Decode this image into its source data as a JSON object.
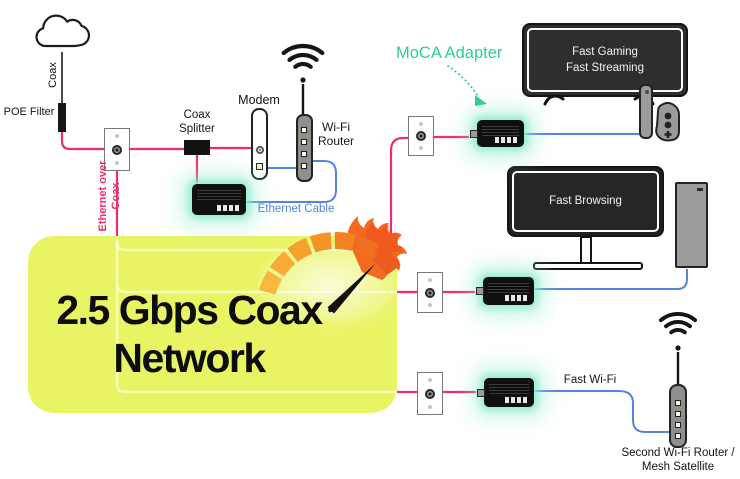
{
  "colors": {
    "coax_line": "#ED2F66",
    "ethernet_line": "#5585DB",
    "moca_accent": "#2FCF92",
    "adapter_glow": "#8FEBD0",
    "banner_bg": "#E9F464",
    "gauge_start": "#F9B83D",
    "gauge_end": "#EC5B20",
    "flame": "#F2691F"
  },
  "labels": {
    "coax_feed": "Coax",
    "poe_filter": "POE Filter",
    "coax_splitter": "Coax Splitter",
    "modem": "Modem",
    "wifi_router": "Wi-Fi Router",
    "ethernet_cable": "Ethernet Cable",
    "ethernet_over_coax": "Ethernet over Coax",
    "moca_adapter": "MoCA Adapter",
    "fast_wifi": "Fast Wi-Fi"
  },
  "screens": {
    "gaming_tv_line1": "Fast Gaming",
    "gaming_tv_line2": "Fast Streaming",
    "browsing_tv": "Fast Browsing"
  },
  "devices": {
    "second_router_line1": "Second Wi-Fi Router /",
    "second_router_line2": "Mesh Satellite"
  },
  "banner": {
    "line1": "2.5 Gbps Coax",
    "line2": "Network"
  }
}
